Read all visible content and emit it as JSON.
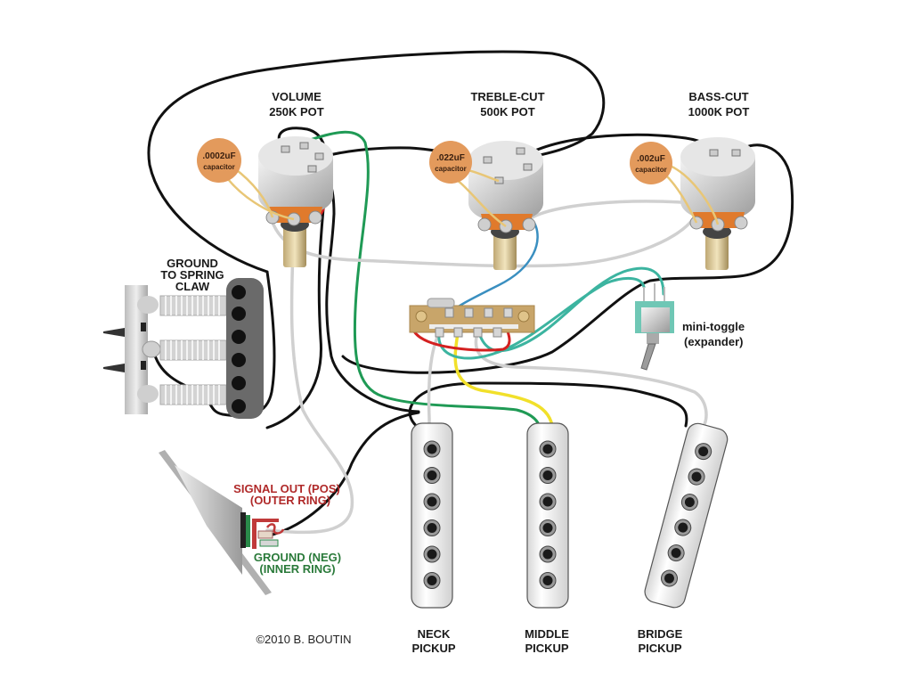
{
  "diagram": {
    "title": "Stratocaster wiring diagram with treble-cut, bass-cut and expander mini-toggle",
    "pots": [
      {
        "id": "volume",
        "label_line1": "VOLUME",
        "label_line2": "250K POT",
        "capacitor": {
          "value": ".0002uF",
          "word": "capacitor"
        }
      },
      {
        "id": "treble",
        "label_line1": "TREBLE-CUT",
        "label_line2": "500K POT",
        "capacitor": {
          "value": ".022uF",
          "word": "capacitor"
        }
      },
      {
        "id": "bass",
        "label_line1": "BASS-CUT",
        "label_line2": "1000K POT",
        "capacitor": {
          "value": ".002uF",
          "word": "capacitor"
        }
      }
    ],
    "ground": {
      "line1": "GROUND",
      "line2": "TO SPRING",
      "line3": "CLAW"
    },
    "jack": {
      "signal_line1": "SIGNAL OUT (POS)",
      "signal_line2": "(OUTER RING)",
      "ground_line1": "GROUND (NEG)",
      "ground_line2": "(INNER RING)"
    },
    "toggle": {
      "line1": "mini-toggle",
      "line2": "(expander)"
    },
    "pickups": [
      {
        "line1": "NECK",
        "line2": "PICKUP"
      },
      {
        "line1": "MIDDLE",
        "line2": "PICKUP"
      },
      {
        "line1": "BRIDGE",
        "line2": "PICKUP"
      }
    ],
    "copyright": "©2010 B. BOUTIN",
    "colors": {
      "wire_black": "#111111",
      "wire_white": "#cfcfcf",
      "wire_green": "#1f9a55",
      "wire_yellow": "#f1e02a",
      "wire_red": "#d42020",
      "wire_teal": "#3cb4a0",
      "wire_blue": "#3a8fc0",
      "capacitor": "#e39a5c",
      "signal_text": "#b02a2a",
      "ground_text": "#2a7a3a"
    }
  }
}
